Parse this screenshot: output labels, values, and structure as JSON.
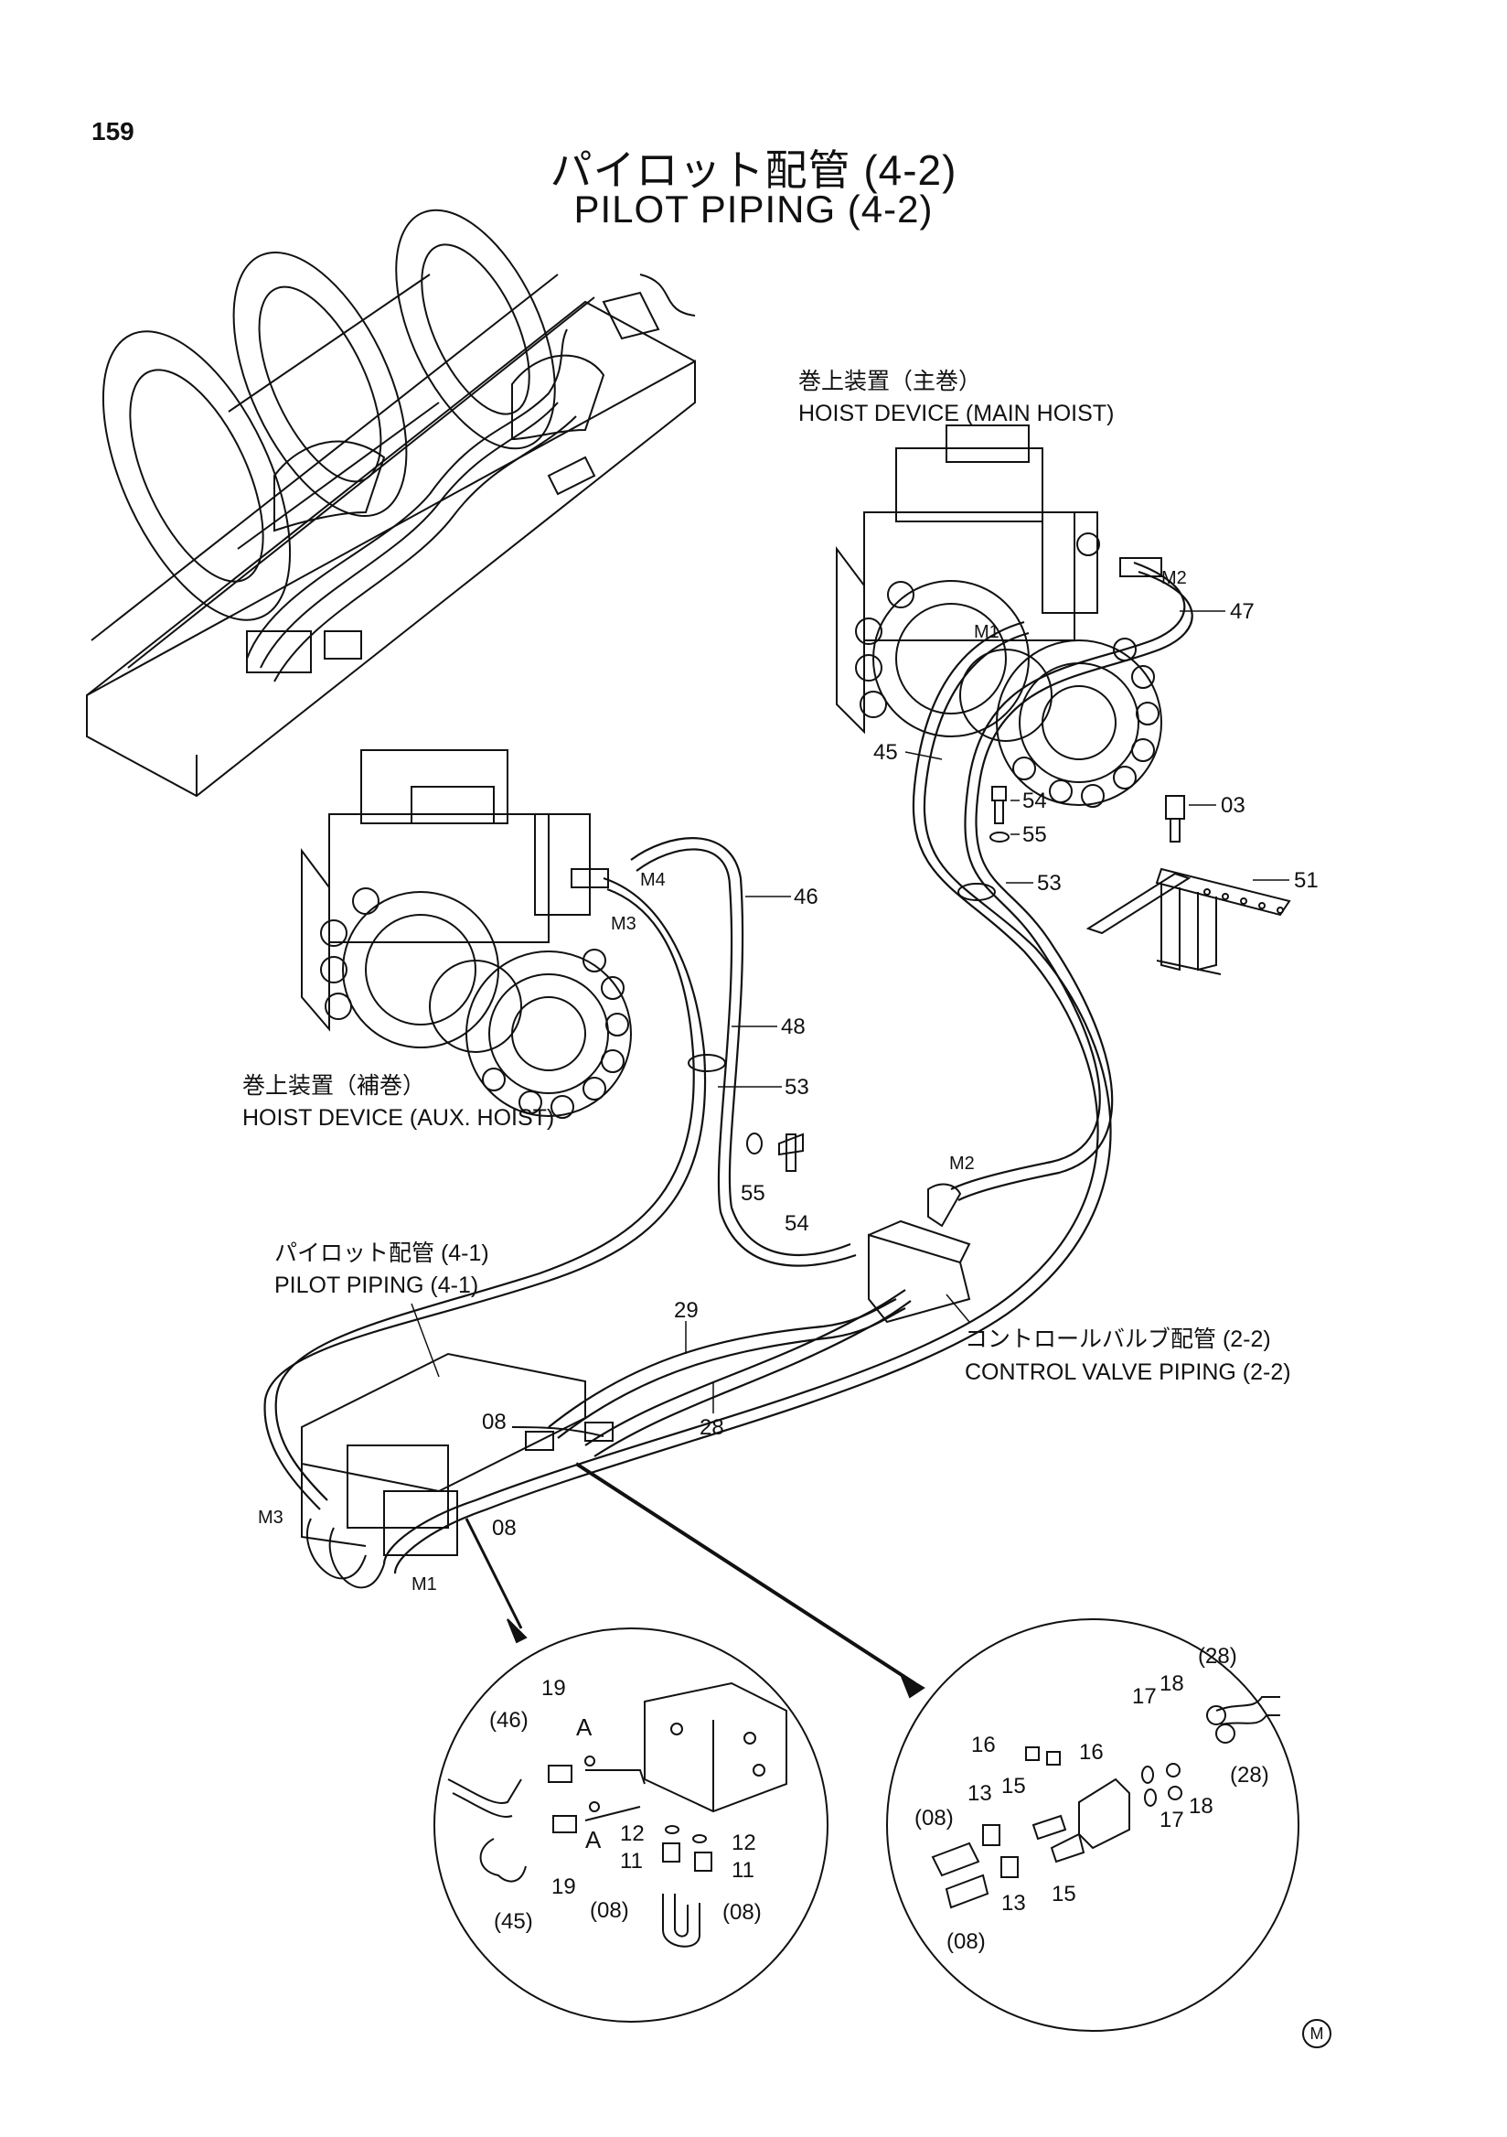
{
  "page": {
    "number": "159",
    "title_ja": "パイロット配管 (4-2)",
    "title_en": "PILOT PIPING (4-2)",
    "mark": "M"
  },
  "captions": {
    "main_hoist_ja": "巻上装置（主巻）",
    "main_hoist_en": "HOIST DEVICE (MAIN HOIST)",
    "aux_hoist_ja": "巻上装置（補巻）",
    "aux_hoist_en": "HOIST DEVICE (AUX. HOIST)",
    "pilot_piping_ja": "パイロット配管 (4-1)",
    "pilot_piping_en": "PILOT PIPING (4-1)",
    "control_valve_ja": "コントロールバルブ配管 (2-2)",
    "control_valve_en": "CONTROL VALVE PIPING (2-2)"
  },
  "ports": {
    "m1_top": "M1",
    "m2_top": "M2",
    "m3_aux": "M3",
    "m4_aux": "M4",
    "m2_valve": "M2",
    "m3_bottom": "M3",
    "m1_bottom": "M1"
  },
  "callouts": {
    "p47": "47",
    "p45": "45",
    "p54a": "54",
    "p55a": "55",
    "p53a": "53",
    "p03": "03",
    "p51": "51",
    "p46": "46",
    "p48": "48",
    "p53b": "53",
    "p55b": "55",
    "p54b": "54",
    "p29": "29",
    "p28": "28",
    "p08a": "08",
    "p08b": "08"
  },
  "detail_left": {
    "p46": "(46)",
    "p19a": "19",
    "a1": "A",
    "a2": "A",
    "p12a": "12",
    "p12b": "12",
    "p11a": "11",
    "p11b": "11",
    "p19b": "19",
    "p45": "(45)",
    "p08a": "(08)",
    "p08b": "(08)"
  },
  "detail_right": {
    "p28a": "(28)",
    "p28b": "(28)",
    "p17a": "17",
    "p18a": "18",
    "p16a": "16",
    "p16b": "16",
    "p15a": "15",
    "p13a": "13",
    "p08a": "(08)",
    "p17b": "17",
    "p18b": "18",
    "p15b": "15",
    "p13b": "13",
    "p08b": "(08)"
  }
}
